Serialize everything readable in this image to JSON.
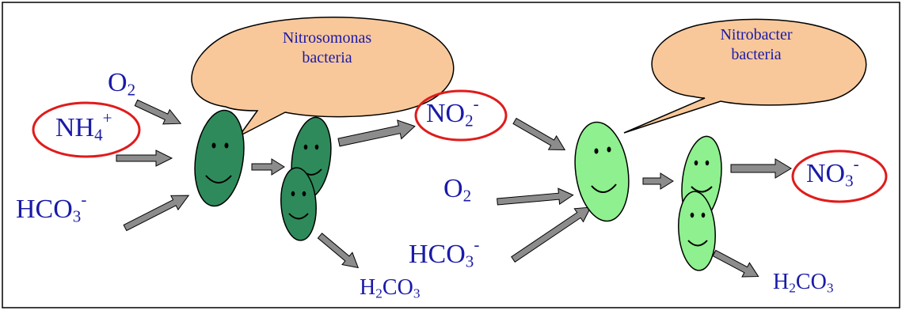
{
  "bubbles": [
    {
      "name": "nitrosomonas",
      "line1": "Nitrosomonas",
      "line2": "bacteria"
    },
    {
      "name": "nitrobacter",
      "line1": "Nitrobacter",
      "line2": "bacteria"
    }
  ],
  "labels": {
    "o2_left": {
      "base": "O",
      "sub": "2"
    },
    "nh4": {
      "base": "NH",
      "sub": "4",
      "sup": "+"
    },
    "hco3_left": {
      "base": "HCO",
      "sub": "3",
      "sup": "-"
    },
    "no2": {
      "base": "NO",
      "sub": "2",
      "sup": "-"
    },
    "o2_mid": {
      "base": "O",
      "sub": "2"
    },
    "hco3_mid": {
      "base": "HCO",
      "sub": "3",
      "sup": "-"
    },
    "no3": {
      "base": "NO",
      "sub": "3",
      "sup": "-"
    },
    "h2co3_left": {
      "a": "H",
      "sub": "2",
      "b": "CO",
      "sub2": "3"
    },
    "h2co3_right": {
      "a": "H",
      "sub": "2",
      "b": "CO",
      "sub2": "3"
    }
  },
  "colors": {
    "label_text": "#1a1aa8",
    "highlight_ring": "#e01b1b",
    "bubble_fill": "#f8c89a",
    "nitrosomonas_cell": "#2e8a5a",
    "nitrobacter_cell": "#8ef08e",
    "arrow_fill": "#8c8c8c",
    "frame": "#000000"
  },
  "icons": {
    "cell_face": "smiley-face-icon",
    "arrow": "right-arrow-icon",
    "bubble": "speech-bubble-icon",
    "highlight": "red-ellipse-highlight"
  }
}
